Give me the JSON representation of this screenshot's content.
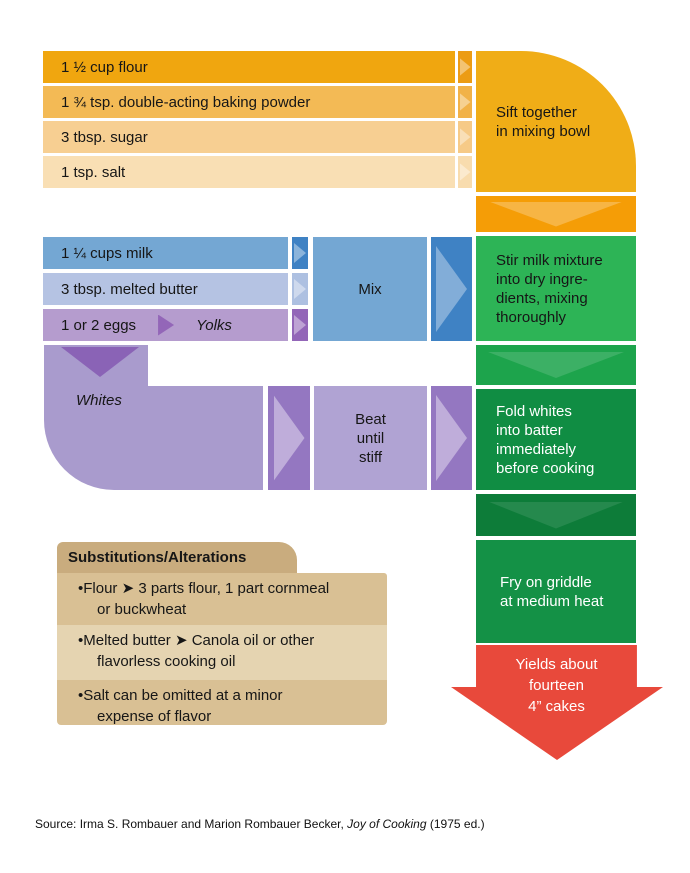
{
  "dry": {
    "items": [
      "1 ½ cup flour",
      "1 ¾ tsp. double-acting baking powder",
      "3 tbsp. sugar",
      "1 tsp. salt"
    ],
    "sift_step": "Sift together\nin mixing bowl"
  },
  "wet": {
    "milk": "1 ¼ cups milk",
    "butter": "3 tbsp. melted butter",
    "eggs": "1 or 2 eggs",
    "yolks_label": "Yolks",
    "whites_label": "Whites",
    "mix_step": "Mix",
    "stir_step": "Stir milk mixture\ninto dry ingre-\ndients, mixing\nthoroughly",
    "beat_step": "Beat\nuntil\nstiff",
    "fold_step": "Fold whites\ninto batter\nimmediately\nbefore cooking"
  },
  "finish": {
    "fry_step": "Fry on griddle\nat medium heat",
    "yield": "Yields about\nfourteen\n4” cakes"
  },
  "substitutions": {
    "title": "Substitutions/Alterations",
    "items": [
      "•Flour ➤ 3 parts flour, 1 part cornmeal\nor buckwheat",
      "•Melted butter ➤ Canola oil or other\nflavorless cooking oil",
      "•Salt can be omitted at a minor\nexpense of flavor"
    ]
  },
  "source": {
    "prefix": "Source: Irma S. Rombauer and Marion Rombauer Becker, ",
    "book_title": "Joy of Cooking",
    "suffix": " (1975 ed.)"
  },
  "colors": {
    "flour_bar": "#f0a60f",
    "powder_bar": "#f3ba55",
    "sugar_bar": "#f7cf92",
    "salt_bar": "#f9dfb4",
    "sift_block": "#f0ad17",
    "orange_connector": "#f59d06",
    "milk_bar": "#74a7d3",
    "butter_bar": "#b5c3e3",
    "eggs_bar": "#b59cce",
    "blue_chevron": "#3f82c4",
    "purple_chevron": "#9477c1",
    "purple_band": "#a99bcd",
    "beat_block": "#b0a3d3",
    "stir_green": "#2db456",
    "fold_green": "#108d43",
    "fry_green": "#149146",
    "dark_green_connector": "#0d7c39",
    "green_connector": "#1da44c",
    "red_arrow": "#e8493b",
    "tab_tan": "#c9ac7e",
    "body_tan": "#d9c094",
    "body_tan_light": "#e5d4b1"
  }
}
